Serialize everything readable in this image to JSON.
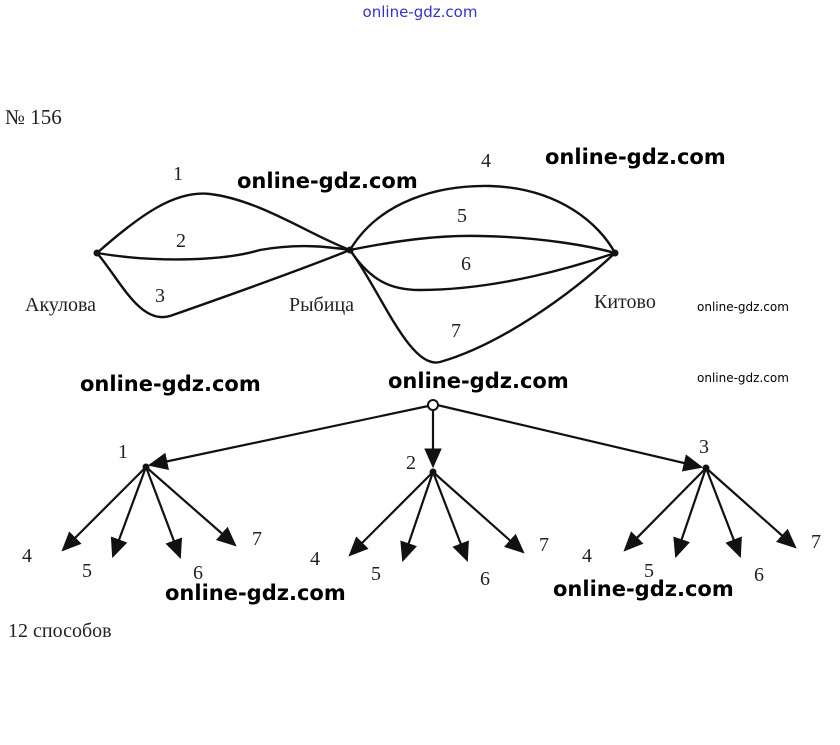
{
  "header_watermark": "online-gdz.com",
  "problem_number": "№ 156",
  "graph": {
    "towns": [
      "Акулова",
      "Рыбица",
      "Китово"
    ],
    "edges": [
      "1",
      "2",
      "3",
      "4",
      "5",
      "6",
      "7"
    ]
  },
  "tree": {
    "level1": [
      "1",
      "2",
      "3"
    ],
    "leaves": [
      [
        "4",
        "5",
        "6",
        "7"
      ],
      [
        "4",
        "5",
        "6",
        "7"
      ],
      [
        "4",
        "5",
        "6",
        "7"
      ]
    ]
  },
  "answer": "12 способов",
  "watermarks": [
    "online-gdz.com",
    "online-gdz.com",
    "online-gdz.com",
    "online-gdz.com",
    "online-gdz.com",
    "online-gdz.com",
    "online-gdz.com",
    "online-gdz.com"
  ],
  "colors": {
    "header_watermark": "#3333cc"
  }
}
